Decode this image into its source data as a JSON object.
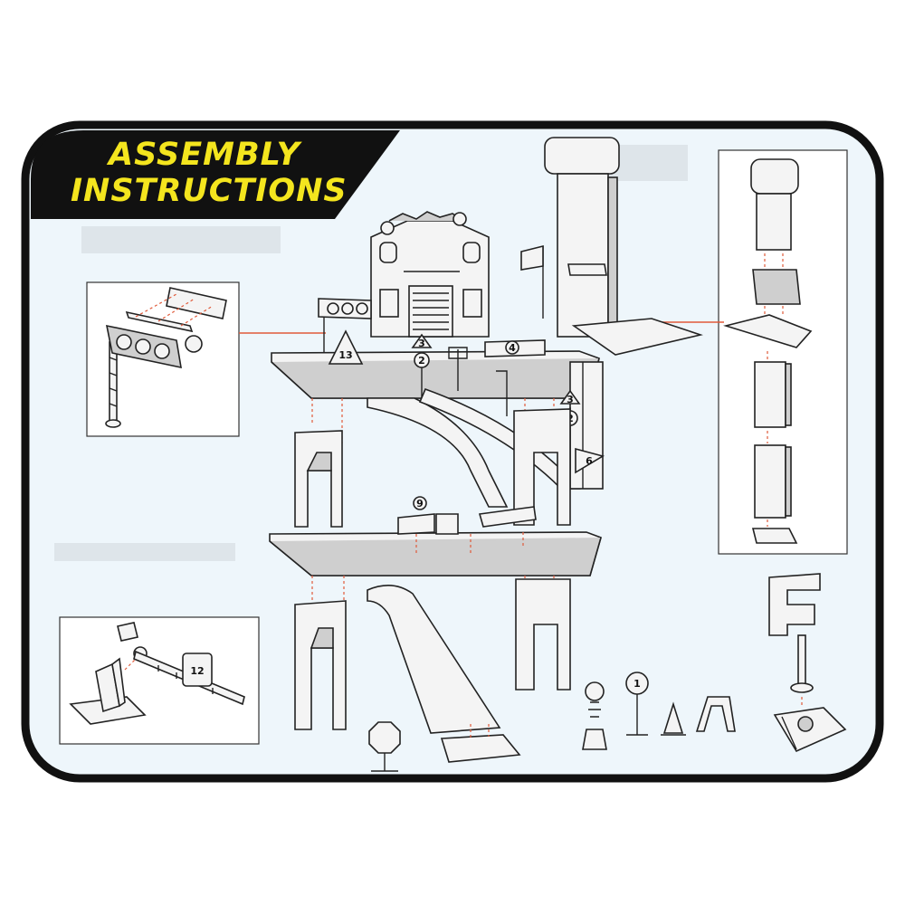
{
  "banner": {
    "line1": "ASSEMBLY",
    "line2": "INSTRUCTIONS"
  },
  "callouts": {
    "piece_13": "13",
    "piece_3a": "3",
    "piece_2a": "2",
    "piece_4": "4",
    "piece_3b": "3",
    "piece_2b": "2",
    "piece_6": "6",
    "piece_9": "9",
    "piece_12": "12",
    "piece_1": "1"
  },
  "colors": {
    "panel_bg": "#eef6fb",
    "frame": "#111111",
    "banner_bg": "#111111",
    "banner_text": "#f4e51e",
    "part_fill": "#f4f4f4",
    "part_shade": "#cfcfcf",
    "line": "#222222",
    "guide": "#e05a3a"
  }
}
